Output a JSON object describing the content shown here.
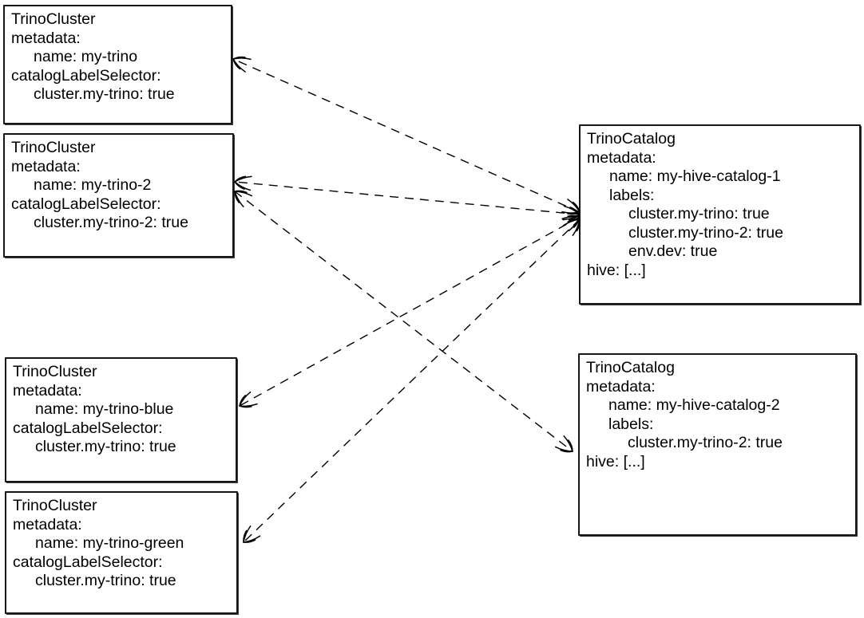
{
  "diagram": {
    "colors": {
      "stroke": "#000000",
      "background": "#ffffff",
      "text": "#000000"
    },
    "nodes": {
      "cluster1": {
        "kind": "TrinoCluster",
        "lines": [
          "TrinoCluster",
          "metadata:",
          "name: my-trino",
          "catalogLabelSelector:",
          "cluster.my-trino: true"
        ]
      },
      "cluster2": {
        "kind": "TrinoCluster",
        "lines": [
          "TrinoCluster",
          "metadata:",
          "name: my-trino-2",
          "catalogLabelSelector:",
          "cluster.my-trino-2: true"
        ]
      },
      "cluster3": {
        "kind": "TrinoCluster",
        "lines": [
          "TrinoCluster",
          "metadata:",
          "name: my-trino-blue",
          "catalogLabelSelector:",
          "cluster.my-trino: true"
        ]
      },
      "cluster4": {
        "kind": "TrinoCluster",
        "lines": [
          "TrinoCluster",
          "metadata:",
          "name: my-trino-green",
          "catalogLabelSelector:",
          "cluster.my-trino: true"
        ]
      },
      "catalog1": {
        "kind": "TrinoCatalog",
        "lines": [
          "TrinoCatalog",
          "metadata:",
          "name: my-hive-catalog-1",
          "labels:",
          "cluster.my-trino: true",
          "cluster.my-trino-2: true",
          "env.dev: true",
          "hive: [...]"
        ]
      },
      "catalog2": {
        "kind": "TrinoCatalog",
        "lines": [
          "TrinoCatalog",
          "metadata:",
          "name: my-hive-catalog-2",
          "labels:",
          "cluster.my-trino-2: true",
          "hive: [...]"
        ]
      }
    },
    "edges": [
      {
        "from": "catalog1",
        "to": "cluster1",
        "line": "dashed",
        "arrowheads": "both"
      },
      {
        "from": "catalog1",
        "to": "cluster2",
        "line": "dashed",
        "arrowheads": "both"
      },
      {
        "from": "cluster2",
        "to": "catalog2",
        "line": "dashed",
        "arrowheads": "both"
      },
      {
        "from": "catalog1",
        "to": "cluster3",
        "line": "dashed",
        "arrowheads": "both"
      },
      {
        "from": "catalog1",
        "to": "cluster4",
        "line": "dashed",
        "arrowheads": "both"
      }
    ]
  }
}
